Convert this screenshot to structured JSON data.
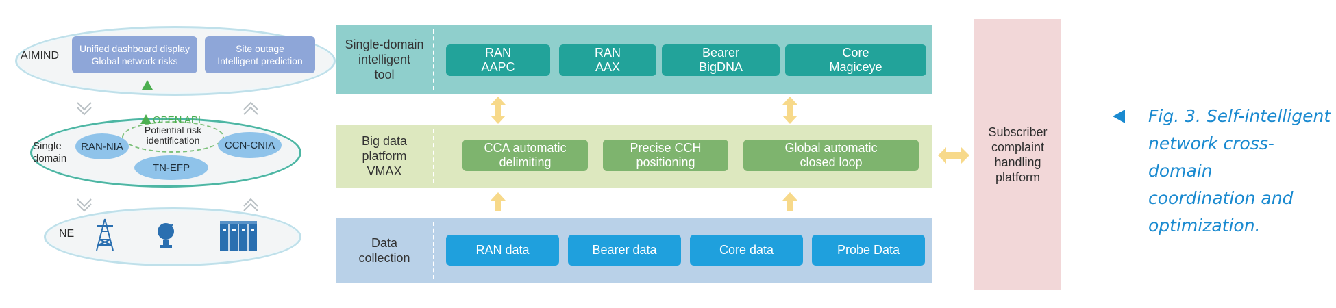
{
  "left": {
    "aimind": {
      "label": "AIMIND",
      "box1_line1": "Unified dashboard display",
      "box1_line2": "Global network risks",
      "box2_line1": "Site outage",
      "box2_line2": "Intelligent prediction"
    },
    "single_domain": {
      "label_line1": "Single",
      "label_line2": "domain",
      "open_api": "OPEN API",
      "risk_line1": "Potiential risk",
      "risk_line2": "identification",
      "ran_nia": "RAN-NIA",
      "tn_efp": "TN-EFP",
      "ccn_cnia": "CCN-CNIA"
    },
    "ne": {
      "label": "NE"
    }
  },
  "rows": {
    "tool": {
      "title_line1": "Single-domain",
      "title_line2": "intelligent",
      "title_line3": "tool",
      "boxes": [
        {
          "line1": "RAN",
          "line2": "AAPC"
        },
        {
          "line1": "RAN",
          "line2": "AAX"
        },
        {
          "line1": "Bearer",
          "line2": "BigDNA"
        },
        {
          "line1": "Core",
          "line2": "Magiceye"
        }
      ]
    },
    "bigdata": {
      "title_line1": "Big data",
      "title_line2": "platform",
      "title_line3": "VMAX",
      "boxes": [
        {
          "line1": "CCA automatic",
          "line2": "delimiting"
        },
        {
          "line1": "Precise CCH",
          "line2": "positioning"
        },
        {
          "line1": "Global automatic",
          "line2": "closed loop"
        }
      ]
    },
    "data": {
      "title_line1": "Data",
      "title_line2": "collection",
      "boxes": [
        "RAN data",
        "Bearer data",
        "Core data",
        "Probe Data"
      ]
    }
  },
  "subscriber": {
    "line1": "Subscriber",
    "line2": "complaint",
    "line3": "handling",
    "line4": "platform"
  },
  "caption": {
    "line1": "Fig. 3. Self-intelligent",
    "line2": "network cross-domain",
    "line3": "coordination and",
    "line4": "optimization."
  },
  "colors": {
    "tool_bg": "#8fcfcc",
    "bigdata_bg": "#dde8bf",
    "data_bg": "#b9d1e8",
    "subscriber_bg": "#f2d7d8",
    "arrow": "#f7d98a",
    "caption": "#1a8ad0"
  },
  "icons": [
    "tower-icon",
    "satellite-dish-icon",
    "server-rack-icon"
  ]
}
